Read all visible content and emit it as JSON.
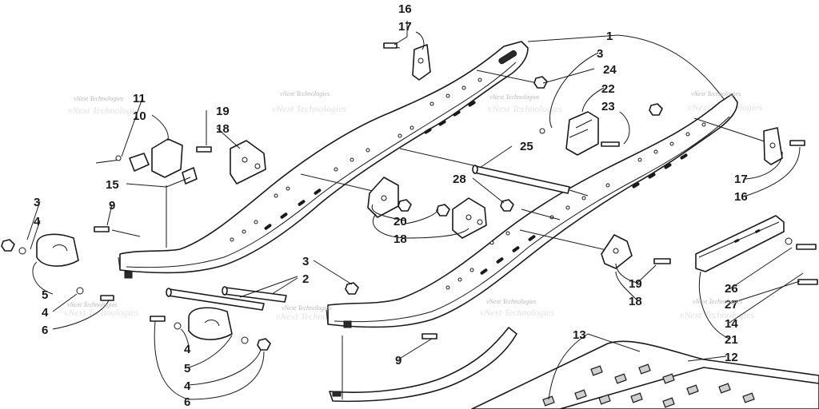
{
  "callouts": {
    "c1": "1",
    "c2": "2",
    "c3a": "3",
    "c3b": "3",
    "c3c": "3",
    "c4a": "4",
    "c4b": "4",
    "c4c": "4",
    "c4d": "4",
    "c5a": "5",
    "c5b": "5",
    "c6a": "6",
    "c6b": "6",
    "c9a": "9",
    "c9b": "9",
    "c10": "10",
    "c11": "11",
    "c12": "12",
    "c13": "13",
    "c14": "14",
    "c15": "15",
    "c16a": "16",
    "c16b": "16",
    "c17a": "17",
    "c17b": "17",
    "c18a": "18",
    "c18b": "18",
    "c18c": "18",
    "c19a": "19",
    "c19b": "19",
    "c20": "20",
    "c21": "21",
    "c22": "22",
    "c23": "23",
    "c24": "24",
    "c25": "25",
    "c26": "26",
    "c27": "27",
    "c28": "28"
  },
  "watermarks": {
    "w1": "vNext Technologies",
    "w2": "vNext Technologies",
    "w3": "vNext Technologies",
    "w4": "vNext Technologies",
    "w5": "vNext Technologies",
    "w6": "vNext Technologies",
    "w7": "vNext Technologies",
    "w8": "vNext Technologies"
  }
}
